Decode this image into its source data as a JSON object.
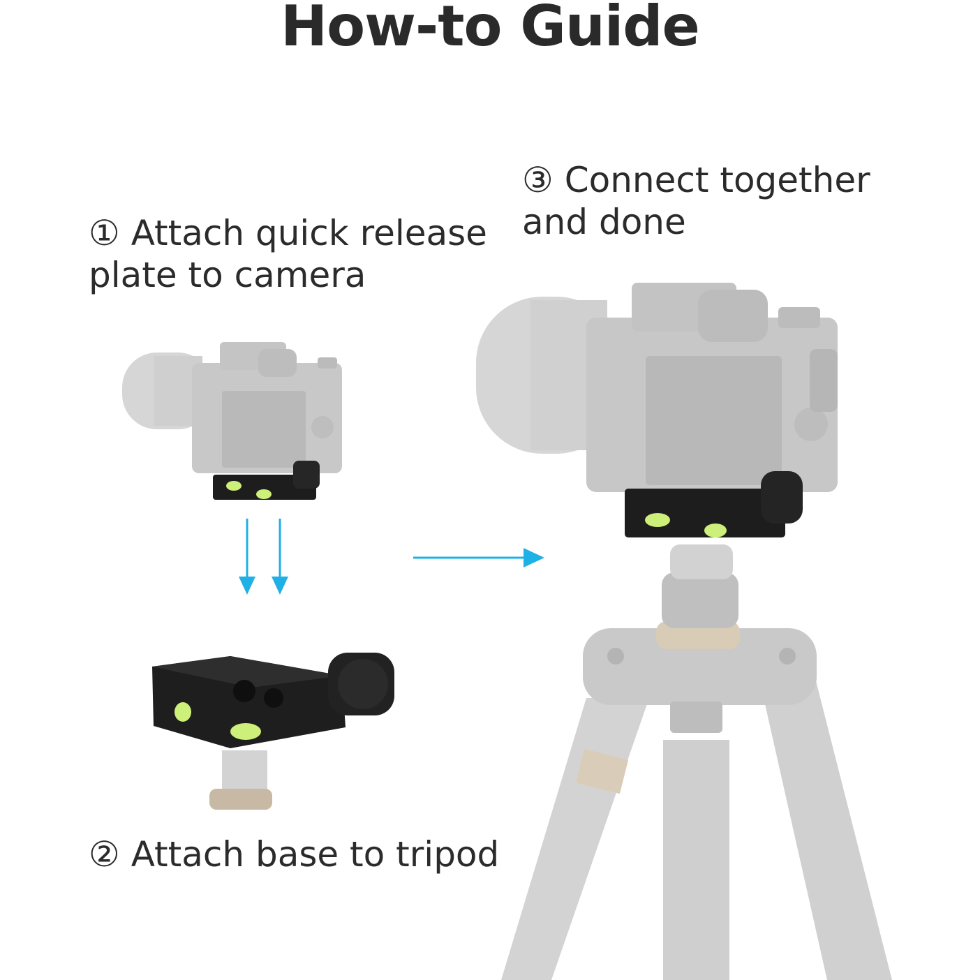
{
  "title": "How-to Guide",
  "steps": [
    {
      "line1": "① Attach quick release",
      "line2": "plate to camera"
    },
    {
      "line1": "② Attach base to tripod"
    },
    {
      "line1": "③ Connect together",
      "line2": "and done"
    }
  ],
  "colors": {
    "arrow": "#1fb0e6",
    "faded_gray": "#c9c9c9",
    "clamp_black": "#1b1b1b",
    "bubble_green": "#cdf07a"
  },
  "icons": [
    "down-arrow-icon",
    "down-arrow-icon",
    "right-arrow-icon"
  ]
}
